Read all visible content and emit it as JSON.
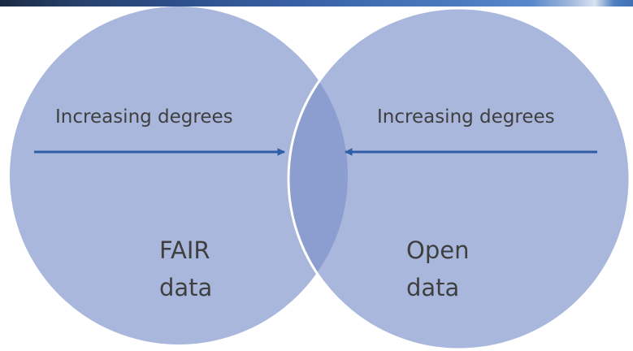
{
  "colors": {
    "circle_fill": "#a9b7dc",
    "overlap_fill": "#8c9ed0",
    "circle_outline": "#ffffff",
    "arrow": "#2e5fa6",
    "text": "#3f3f3f"
  },
  "diagram": {
    "left_set": {
      "arrow_label": "Increasing degrees",
      "name_line1": "FAIR",
      "name_line2": "data"
    },
    "right_set": {
      "arrow_label": "Increasing degrees",
      "name_line1": "Open",
      "name_line2": "data"
    }
  }
}
